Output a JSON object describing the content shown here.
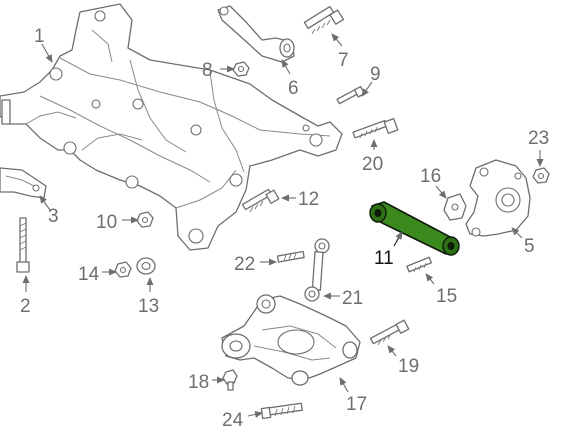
{
  "diagram": {
    "callouts": [
      {
        "id": "1",
        "label": "1"
      },
      {
        "id": "2",
        "label": "2"
      },
      {
        "id": "3",
        "label": "3"
      },
      {
        "id": "5",
        "label": "5"
      },
      {
        "id": "6",
        "label": "6"
      },
      {
        "id": "7",
        "label": "7"
      },
      {
        "id": "8",
        "label": "8"
      },
      {
        "id": "9",
        "label": "9"
      },
      {
        "id": "10",
        "label": "10"
      },
      {
        "id": "11",
        "label": "11"
      },
      {
        "id": "12",
        "label": "12"
      },
      {
        "id": "13",
        "label": "13"
      },
      {
        "id": "14",
        "label": "14"
      },
      {
        "id": "15",
        "label": "15"
      },
      {
        "id": "16",
        "label": "16"
      },
      {
        "id": "17",
        "label": "17"
      },
      {
        "id": "18",
        "label": "18"
      },
      {
        "id": "19",
        "label": "19"
      },
      {
        "id": "20",
        "label": "20"
      },
      {
        "id": "21",
        "label": "21"
      },
      {
        "id": "22",
        "label": "22"
      },
      {
        "id": "23",
        "label": "23"
      },
      {
        "id": "24",
        "label": "24"
      }
    ],
    "highlighted_part": "11",
    "highlight_color": "#3b8a1e"
  }
}
